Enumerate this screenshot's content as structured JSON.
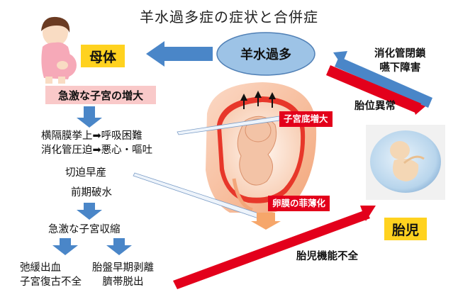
{
  "title": "羊水過多症の症状と合併症",
  "center": "羊水過多",
  "mother": {
    "label": "母体"
  },
  "fetus": {
    "label": "胎児"
  },
  "rapid_enlargement": "急激な子宮の増大",
  "effects": {
    "line1": "横隔膜挙上➡呼吸困難",
    "line2": "消化管圧迫➡悪心・嘔吐"
  },
  "preterm_labor": "切迫早産",
  "prom": "前期破水",
  "rapid_contraction": "急激な子宮収縮",
  "outcome_left": {
    "line1": "弛緩出血",
    "line2": "子宮復古不全"
  },
  "outcome_right": {
    "line1": "胎盤早期剥離",
    "line2": "臍帯脱出"
  },
  "fundus_elevation": "子宮底増大",
  "membrane_thinning": "卵膜の菲薄化",
  "fetal_causes": {
    "line1": "消化管閉鎖",
    "line2": "嚥下障害"
  },
  "malposition": "胎位異常",
  "fetal_dysfunction": "胎児機能不全",
  "colors": {
    "arrow_blue": "#4a86c8",
    "arrow_red": "#e3001b",
    "label_yellow": "#ffd21f",
    "label_pink": "#f9c9c9",
    "ellipse_fill": "#9dc3e6"
  }
}
